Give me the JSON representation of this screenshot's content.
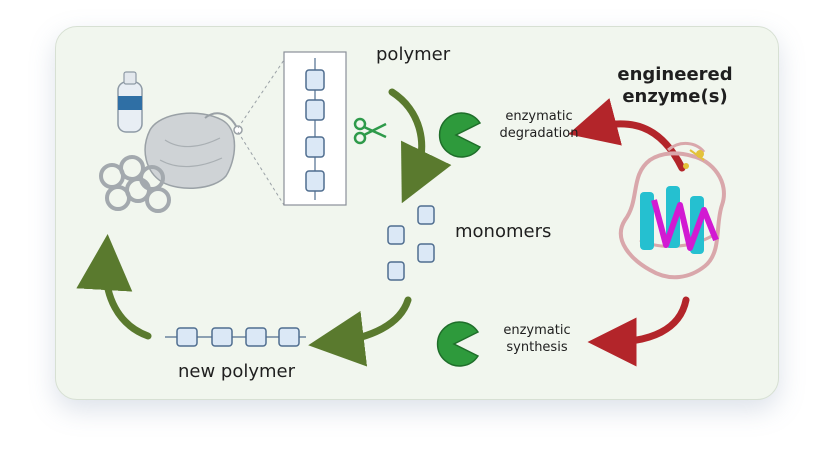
{
  "labels": {
    "polymer": "polymer",
    "monomers": "monomers",
    "new_polymer": "new polymer",
    "engineered_enzyme": "engineered\nenzyme(s)",
    "degradation": "enzymatic\ndegradation",
    "synthesis": "enzymatic\nsynthesis"
  },
  "colors": {
    "card_bg": "#f1f6ee",
    "cycle_arrow": "#5a7a2e",
    "enzyme_arrow": "#b3252a",
    "enzyme_pac": "#2e9a3c",
    "monomer_fill": "#dbe8f6",
    "monomer_stroke": "#4f6d8f",
    "scissors": "#2e9a4a"
  },
  "icons": {
    "plastic_waste": "plastic-waste-icon",
    "scissors": "scissors-icon",
    "enzyme": "enzyme-icon",
    "protein": "protein-structure-icon"
  }
}
